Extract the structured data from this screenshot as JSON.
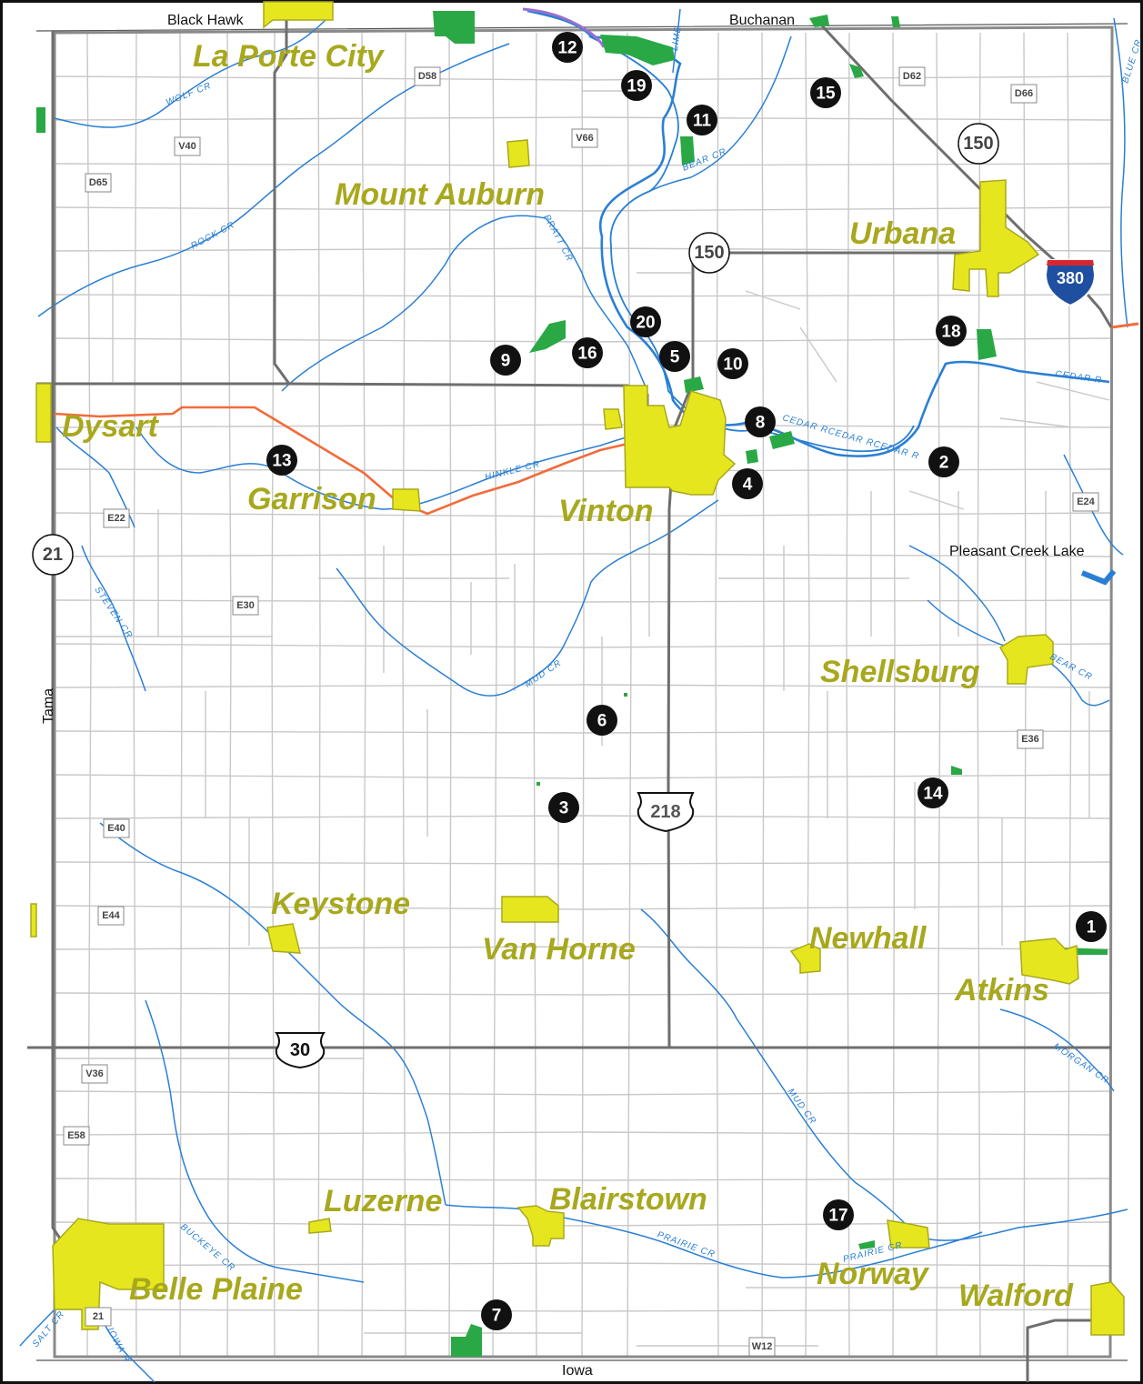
{
  "colors": {
    "town_fill": "#e6e61e",
    "town_label": "#a8a81e",
    "park": "#2aa845",
    "river": "#2a7fd4",
    "road_minor": "#c8c8c8",
    "road_major": "#6e6e6e",
    "rail": "#f26b3a",
    "marker": "#111111",
    "border": "#111111"
  },
  "towns": [
    {
      "id": "la-porte-city",
      "label": "La Porte City"
    },
    {
      "id": "mount-auburn",
      "label": "Mount Auburn"
    },
    {
      "id": "urbana",
      "label": "Urbana"
    },
    {
      "id": "dysart",
      "label": "Dysart"
    },
    {
      "id": "garrison",
      "label": "Garrison"
    },
    {
      "id": "vinton",
      "label": "Vinton"
    },
    {
      "id": "shellsburg",
      "label": "Shellsburg"
    },
    {
      "id": "keystone",
      "label": "Keystone"
    },
    {
      "id": "van-horne",
      "label": "Van Horne"
    },
    {
      "id": "newhall",
      "label": "Newhall"
    },
    {
      "id": "atkins",
      "label": "Atkins"
    },
    {
      "id": "luzerne",
      "label": "Luzerne"
    },
    {
      "id": "blairstown",
      "label": "Blairstown"
    },
    {
      "id": "norway",
      "label": "Norway"
    },
    {
      "id": "belle-plaine",
      "label": "Belle Plaine"
    },
    {
      "id": "walford",
      "label": "Walford"
    }
  ],
  "places": [
    {
      "id": "black-hawk",
      "label": "Black Hawk"
    },
    {
      "id": "buchanan",
      "label": "Buchanan"
    },
    {
      "id": "tama",
      "label": "Tama"
    },
    {
      "id": "iowa",
      "label": "Iowa"
    },
    {
      "id": "pleasant-creek-lake",
      "label": "Pleasant Creek Lake"
    }
  ],
  "rivers": [
    {
      "id": "wolf-cr",
      "label": "WOLF CR"
    },
    {
      "id": "rock-cr",
      "label": "ROCK CR"
    },
    {
      "id": "pratt-cr",
      "label": "PRATT CR"
    },
    {
      "id": "lime-cr",
      "label": "LIME"
    },
    {
      "id": "bear-cr-north",
      "label": "BEAR CR"
    },
    {
      "id": "blue-cr",
      "label": "BLUE CR"
    },
    {
      "id": "cedar-r-east",
      "label": "CEDAR R"
    },
    {
      "id": "cedar-r-main",
      "label": "CEDAR RCEDAR RCEDAR R"
    },
    {
      "id": "hinkle-cr",
      "label": "HINKLE CR"
    },
    {
      "id": "stevens-cr",
      "label": "STEVEN CR"
    },
    {
      "id": "mud-cr-west",
      "label": "MUD CR"
    },
    {
      "id": "bear-cr-south",
      "label": "BEAR CR"
    },
    {
      "id": "morgan-cr",
      "label": "MORGAN CR"
    },
    {
      "id": "mud-cr-east",
      "label": "MUD CR"
    },
    {
      "id": "buckeye-cr",
      "label": "BUCKEYE CR"
    },
    {
      "id": "prairie-cr",
      "label": "PRAIRIE CR"
    },
    {
      "id": "prairie-cr-2",
      "label": "PRAIRIE CR"
    },
    {
      "id": "iowa-r",
      "label": "IOWA R"
    },
    {
      "id": "salt-cr",
      "label": "SALT CR"
    }
  ],
  "shields": [
    {
      "id": "us-150-north",
      "type": "state-circle",
      "label": "150"
    },
    {
      "id": "us-150-mid",
      "type": "state-circle",
      "label": "150"
    },
    {
      "id": "ia-21",
      "type": "state-circle",
      "label": "21"
    },
    {
      "id": "i-380",
      "type": "interstate",
      "label": "380"
    },
    {
      "id": "us-218",
      "type": "us-route",
      "label": "218"
    },
    {
      "id": "us-30",
      "type": "us-route",
      "label": "30"
    }
  ],
  "county_roads": [
    {
      "id": "d58",
      "label": "D58"
    },
    {
      "id": "v66",
      "label": "V66"
    },
    {
      "id": "v40",
      "label": "V40"
    },
    {
      "id": "d65",
      "label": "D65"
    },
    {
      "id": "d62",
      "label": "D62"
    },
    {
      "id": "d66",
      "label": "D66"
    },
    {
      "id": "e24",
      "label": "E24"
    },
    {
      "id": "e22",
      "label": "E22"
    },
    {
      "id": "e30",
      "label": "E30"
    },
    {
      "id": "e36",
      "label": "E36"
    },
    {
      "id": "e40",
      "label": "E40"
    },
    {
      "id": "e44",
      "label": "E44"
    },
    {
      "id": "v36",
      "label": "V36"
    },
    {
      "id": "e58",
      "label": "E58"
    },
    {
      "id": "w12",
      "label": "W12"
    },
    {
      "id": "r21",
      "label": "21"
    }
  ],
  "markers": [
    {
      "id": "m1",
      "label": "1"
    },
    {
      "id": "m2",
      "label": "2"
    },
    {
      "id": "m3",
      "label": "3"
    },
    {
      "id": "m4",
      "label": "4"
    },
    {
      "id": "m5",
      "label": "5"
    },
    {
      "id": "m6",
      "label": "6"
    },
    {
      "id": "m7",
      "label": "7"
    },
    {
      "id": "m8",
      "label": "8"
    },
    {
      "id": "m9",
      "label": "9"
    },
    {
      "id": "m10",
      "label": "10"
    },
    {
      "id": "m11",
      "label": "11"
    },
    {
      "id": "m12",
      "label": "12"
    },
    {
      "id": "m13",
      "label": "13"
    },
    {
      "id": "m14",
      "label": "14"
    },
    {
      "id": "m15",
      "label": "15"
    },
    {
      "id": "m16",
      "label": "16"
    },
    {
      "id": "m17",
      "label": "17"
    },
    {
      "id": "m18",
      "label": "18"
    },
    {
      "id": "m19",
      "label": "19"
    },
    {
      "id": "m20",
      "label": "20"
    }
  ]
}
